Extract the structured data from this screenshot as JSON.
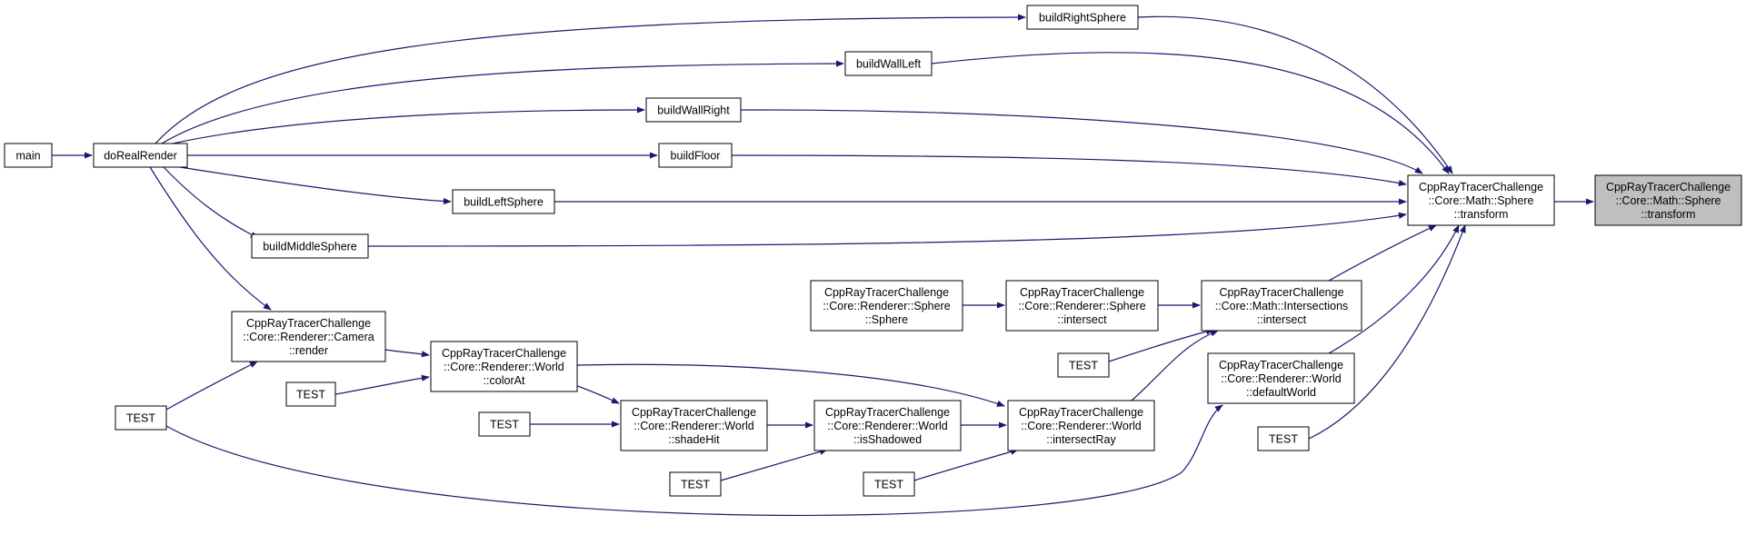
{
  "colors": {
    "edge": "#191970",
    "node_fill": "#ffffff",
    "node_border": "#000000",
    "highlight_fill": "#bfbfbf"
  },
  "nodes": {
    "main": {
      "label": [
        "main"
      ],
      "highlight": false
    },
    "doRealRender": {
      "label": [
        "doRealRender"
      ],
      "highlight": false
    },
    "buildRightSphere": {
      "label": [
        "buildRightSphere"
      ],
      "highlight": false
    },
    "buildWallLeft": {
      "label": [
        "buildWallLeft"
      ],
      "highlight": false
    },
    "buildWallRight": {
      "label": [
        "buildWallRight"
      ],
      "highlight": false
    },
    "buildFloor": {
      "label": [
        "buildFloor"
      ],
      "highlight": false
    },
    "buildLeftSphere": {
      "label": [
        "buildLeftSphere"
      ],
      "highlight": false
    },
    "buildMiddleSphere": {
      "label": [
        "buildMiddleSphere"
      ],
      "highlight": false
    },
    "cameraRender": {
      "label": [
        "CppRayTracerChallenge",
        "::Core::Renderer::Camera",
        "::render"
      ],
      "highlight": false
    },
    "test1": {
      "label": [
        "TEST"
      ],
      "highlight": false
    },
    "worldColorAt": {
      "label": [
        "CppRayTracerChallenge",
        "::Core::Renderer::World",
        "::colorAt"
      ],
      "highlight": false
    },
    "test2": {
      "label": [
        "TEST"
      ],
      "highlight": false
    },
    "test3": {
      "label": [
        "TEST"
      ],
      "highlight": false
    },
    "worldShadeHit": {
      "label": [
        "CppRayTracerChallenge",
        "::Core::Renderer::World",
        "::shadeHit"
      ],
      "highlight": false
    },
    "test4": {
      "label": [
        "TEST"
      ],
      "highlight": false
    },
    "worldIsShadowed": {
      "label": [
        "CppRayTracerChallenge",
        "::Core::Renderer::World",
        "::isShadowed"
      ],
      "highlight": false
    },
    "test5": {
      "label": [
        "TEST"
      ],
      "highlight": false
    },
    "rendererSphereCtor": {
      "label": [
        "CppRayTracerChallenge",
        "::Core::Renderer::Sphere",
        "::Sphere"
      ],
      "highlight": false
    },
    "rendererSphereIntersect": {
      "label": [
        "CppRayTracerChallenge",
        "::Core::Renderer::Sphere",
        "::intersect"
      ],
      "highlight": false
    },
    "test6": {
      "label": [
        "TEST"
      ],
      "highlight": false
    },
    "worldIntersectRay": {
      "label": [
        "CppRayTracerChallenge",
        "::Core::Renderer::World",
        "::intersectRay"
      ],
      "highlight": false
    },
    "intersectionsIntersect": {
      "label": [
        "CppRayTracerChallenge",
        "::Core::Math::Intersections",
        "::intersect"
      ],
      "highlight": false
    },
    "worldDefaultWorld": {
      "label": [
        "CppRayTracerChallenge",
        "::Core::Renderer::World",
        "::defaultWorld"
      ],
      "highlight": false
    },
    "test7": {
      "label": [
        "TEST"
      ],
      "highlight": false
    },
    "mathSphereTransform": {
      "label": [
        "CppRayTracerChallenge",
        "::Core::Math::Sphere",
        "::transform"
      ],
      "highlight": false
    },
    "targetTransform": {
      "label": [
        "CppRayTracerChallenge",
        "::Core::Math::Sphere",
        "::transform"
      ],
      "highlight": true
    }
  }
}
